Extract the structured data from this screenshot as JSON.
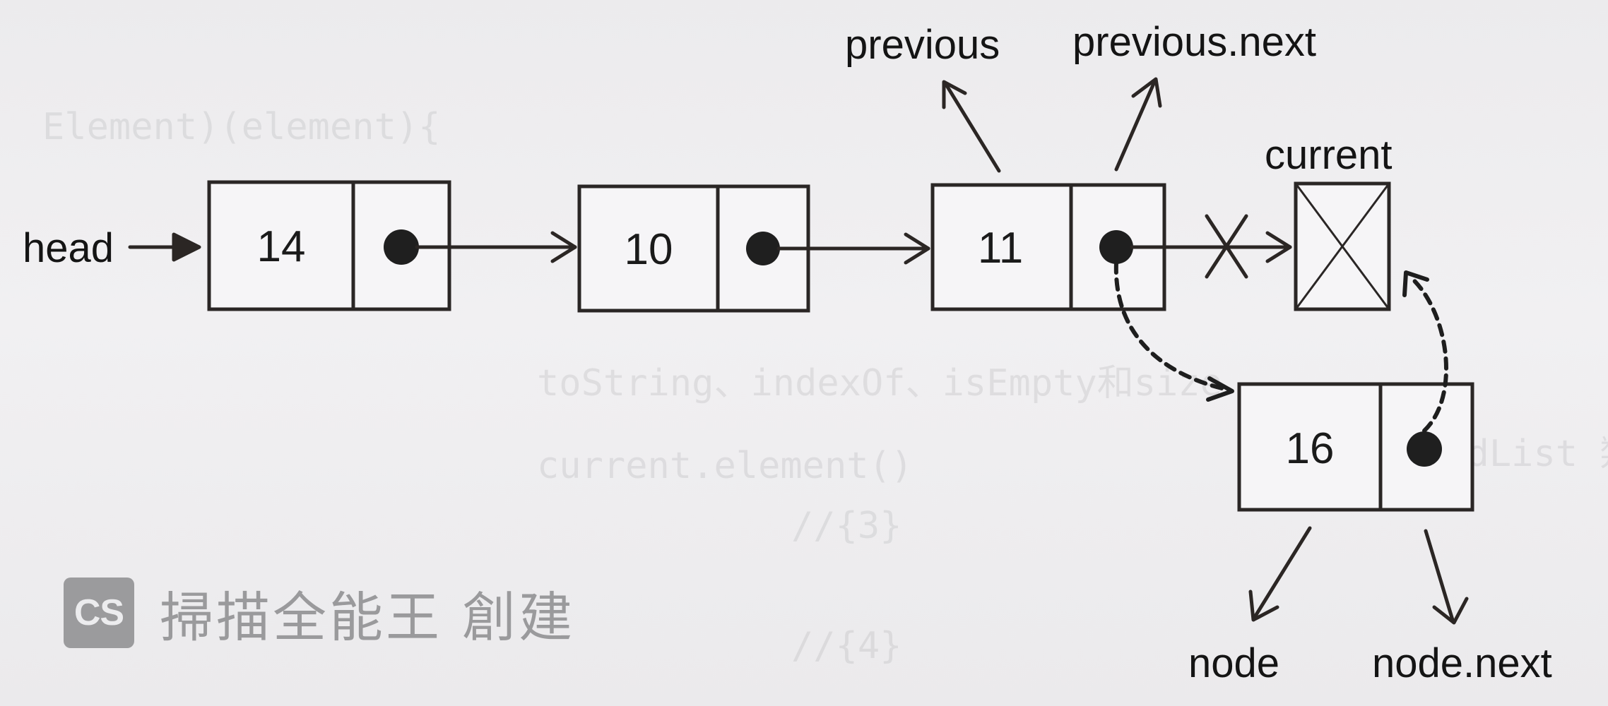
{
  "nodes": [
    {
      "id": "n14",
      "value": "14"
    },
    {
      "id": "n10",
      "value": "10"
    },
    {
      "id": "n11",
      "value": "11"
    },
    {
      "id": "n16",
      "value": "16"
    }
  ],
  "labels": {
    "head": "head",
    "previous": "previous",
    "previous_next": "previous.next",
    "current": "current",
    "node": "node",
    "node_next": "node.next"
  },
  "watermark": {
    "logo": "CS",
    "text": "掃描全能王 創建"
  },
  "background_text": [
    "Element)(element){",
    "toString、indexOf、isEmpty和size",
    "current.element()",
    "//{3}",
    "//{4}",
    "LinkedList 類別的"
  ],
  "colors": {
    "ink": "#1a1a1a",
    "box_border": "#2a2625",
    "paper": "#efeef0",
    "watermark": "#9b9b9d"
  }
}
